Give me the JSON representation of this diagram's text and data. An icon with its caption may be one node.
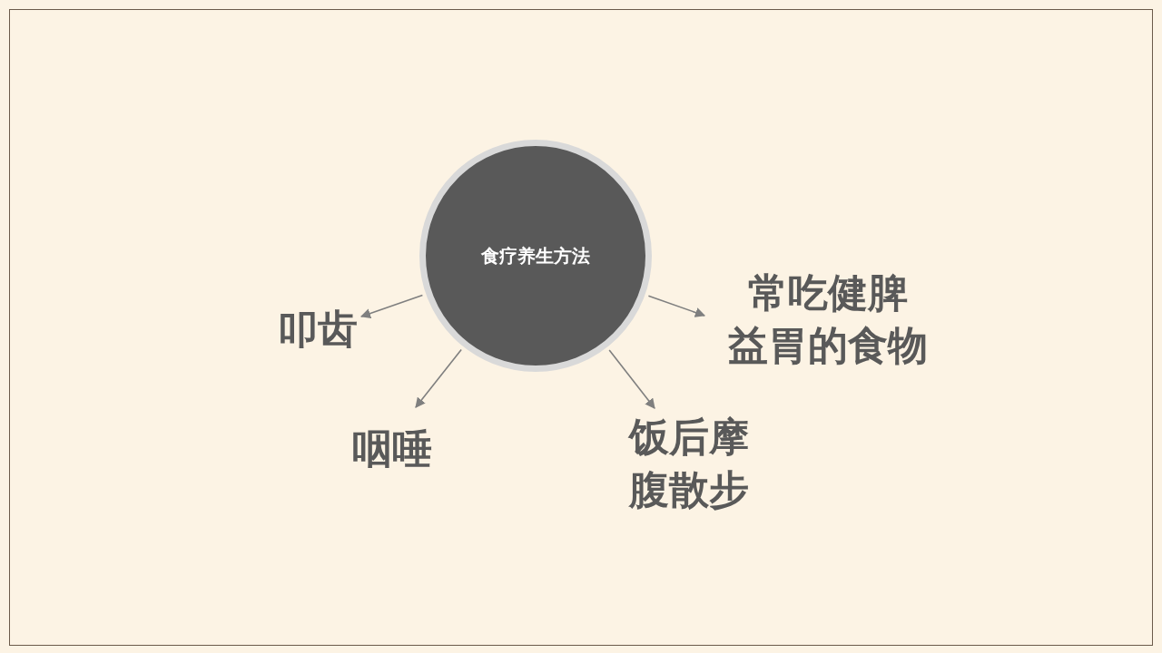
{
  "diagram": {
    "nodes": [
      {
        "text": [
          "食疗养生方法"
        ]
      },
      {
        "text": [
          "叩齿"
        ]
      },
      {
        "text": [
          "常吃健脾益胃的食物"
        ]
      },
      {
        "text": [
          "咽唾"
        ]
      },
      {
        "text": [
          "饭后摩腹散步"
        ]
      }
    ],
    "edges": [
      {
        "from": 0,
        "to": 1,
        "arrow": "to"
      },
      {
        "from": 0,
        "to": 2,
        "arrow": "to"
      },
      {
        "from": 0,
        "to": 3,
        "arrow": "to"
      },
      {
        "from": 0,
        "to": 4,
        "arrow": "to"
      }
    ]
  }
}
